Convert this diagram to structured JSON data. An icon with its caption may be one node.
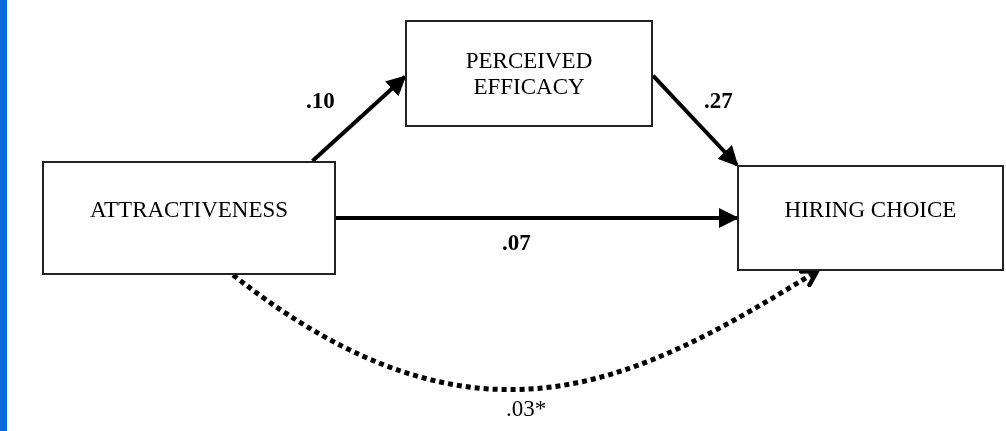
{
  "diagram": {
    "nodes": [
      {
        "text": [
          "ATTRACTIVENESS"
        ]
      },
      {
        "text": [
          "PERCEIVED EFFICACY"
        ]
      },
      {
        "text": [
          "HIRING CHOICE"
        ]
      }
    ],
    "edges": [
      {
        "from": 0,
        "to": 1,
        "arrow": "to",
        "label": ".10"
      },
      {
        "from": 1,
        "to": 2,
        "arrow": "to",
        "label": ".27"
      },
      {
        "from": 0,
        "to": 2,
        "arrow": "to",
        "label": ".07"
      },
      {
        "from": 0,
        "to": 2,
        "arrow": "to",
        "label": ".03*",
        "style": "dashed"
      }
    ]
  }
}
